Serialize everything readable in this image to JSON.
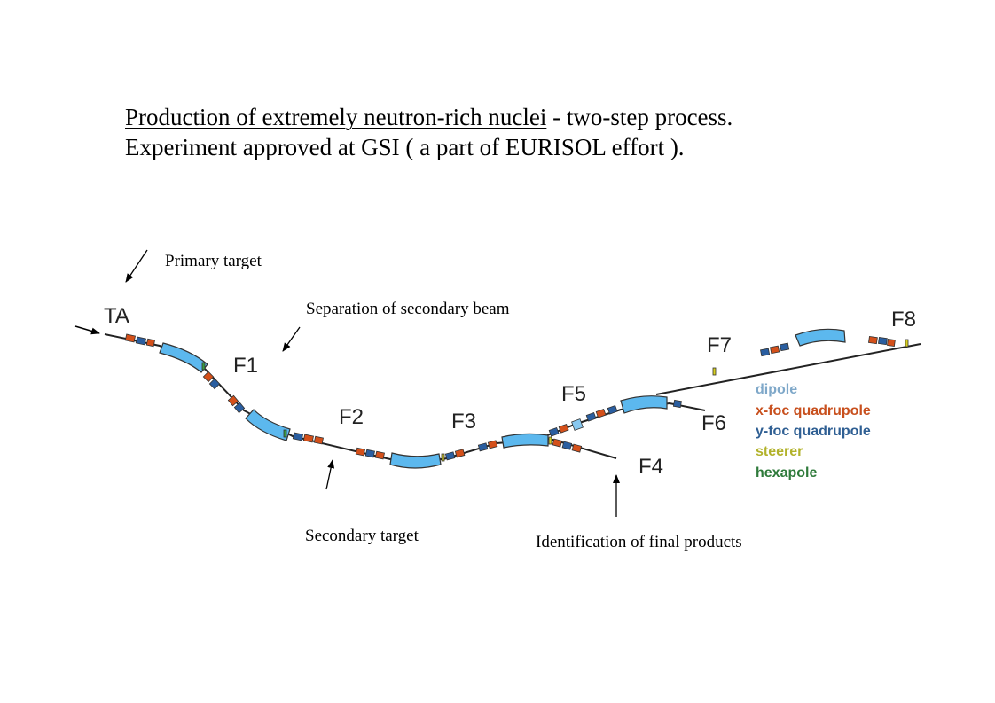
{
  "title": {
    "line1_underlined": "Production of extremely neutron-rich nuclei",
    "line1_rest": " - two-step process.",
    "line2": "Experiment approved at GSI ( a part of EURISOL effort )."
  },
  "annotations": {
    "primary_target": "Primary target",
    "separation": "Separation of secondary beam",
    "secondary_target": "Secondary target",
    "identification": "Identification of final products"
  },
  "focal_planes": {
    "ta": "TA",
    "f1": "F1",
    "f2": "F2",
    "f3": "F3",
    "f4": "F4",
    "f5": "F5",
    "f6": "F6",
    "f7": "F7",
    "f8": "F8"
  },
  "legend": [
    {
      "label": "dipole",
      "color": "#7fa8c9"
    },
    {
      "label": "x-foc quadrupole",
      "color": "#c8501e"
    },
    {
      "label": "y-foc quadrupole",
      "color": "#2f5f93"
    },
    {
      "label": "steerer",
      "color": "#b2b22a"
    },
    {
      "label": "hexapole",
      "color": "#2e7a3a"
    }
  ],
  "colors": {
    "dipole_fill": "#5cb8ee",
    "x_quad": "#d4501a",
    "y_quad": "#2a5ea0",
    "steerer": "#d8d020",
    "hexapole": "#3a9a40"
  }
}
